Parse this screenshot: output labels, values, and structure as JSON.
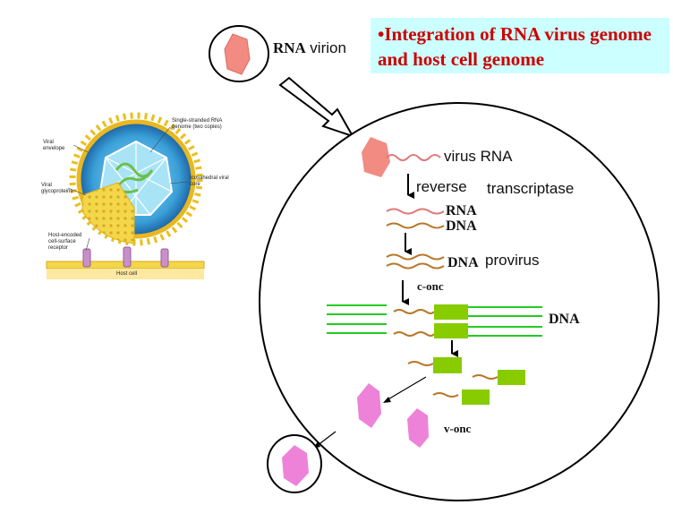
{
  "title": "•Integration of RNA virus genome and host cell genome",
  "virion_label": {
    "rna": "RNA",
    "virion": "virion"
  },
  "virus_rna_label": "virus RNA",
  "reverse_label": "reverse",
  "transcriptase_label": "transcriptase",
  "rna_strand_label": "RNA",
  "dna_strand_label": "DNA",
  "provirus_dna_label": "DNA",
  "provirus_label": "provirus",
  "c_onc_label": "c-onc",
  "host_dna_label": "DNA",
  "v_onc_label": "v-onc",
  "virus_illustration": {
    "single_stranded": "Single-stranded RNA genome (two copies)",
    "viral_envelope": "Viral envelope",
    "icosahedral_core": "Icosahedral viral core",
    "viral_glycoproteins": "Viral glycoproteins",
    "host_receptor": "Host-encoded cell-surface receptor",
    "host_cell": "Host cell"
  },
  "colors": {
    "title_bg": "#ccffff",
    "title_text": "#cc0000",
    "virion_red": "#f28b82",
    "daughter_pink": "#ee82d8",
    "onc_green": "#88cc00",
    "dna_line_green": "#22cc22",
    "rna_wave": "#e07a7a",
    "dna_wave": "#b8782a"
  }
}
